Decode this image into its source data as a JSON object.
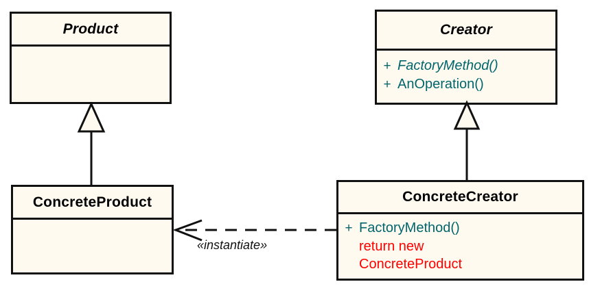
{
  "diagram": {
    "type": "uml-class-diagram",
    "pattern": "Factory Method",
    "colors": {
      "class_fill": "#FFFAF0",
      "border": "#111111",
      "member_text": "#00666B",
      "note_text": "#FF0000",
      "title_text": "#000000",
      "page_background": "#FFFFFF"
    }
  },
  "classes": {
    "product": {
      "name": "Product",
      "abstract": true,
      "members": []
    },
    "creator": {
      "name": "Creator",
      "abstract": true,
      "members": [
        {
          "visibility": "+",
          "name": "FactoryMethod()",
          "abstract": true
        },
        {
          "visibility": "+",
          "name": "AnOperation()",
          "abstract": false
        }
      ]
    },
    "concrete_product": {
      "name": "ConcreteProduct",
      "abstract": false,
      "members": []
    },
    "concrete_creator": {
      "name": "ConcreteCreator",
      "abstract": false,
      "members": [
        {
          "visibility": "+",
          "name": "FactoryMethod()",
          "abstract": false
        }
      ],
      "note_lines": [
        "return new",
        "ConcreteProduct"
      ]
    }
  },
  "relationships": {
    "product_generalization": {
      "kind": "generalization",
      "from": "ConcreteProduct",
      "to": "Product",
      "label": ""
    },
    "creator_generalization": {
      "kind": "generalization",
      "from": "ConcreteCreator",
      "to": "Creator",
      "label": ""
    },
    "instantiate_dependency": {
      "kind": "dependency",
      "from": "ConcreteCreator",
      "to": "ConcreteProduct",
      "label": "«instantiate»",
      "line_style": "dashed"
    }
  }
}
